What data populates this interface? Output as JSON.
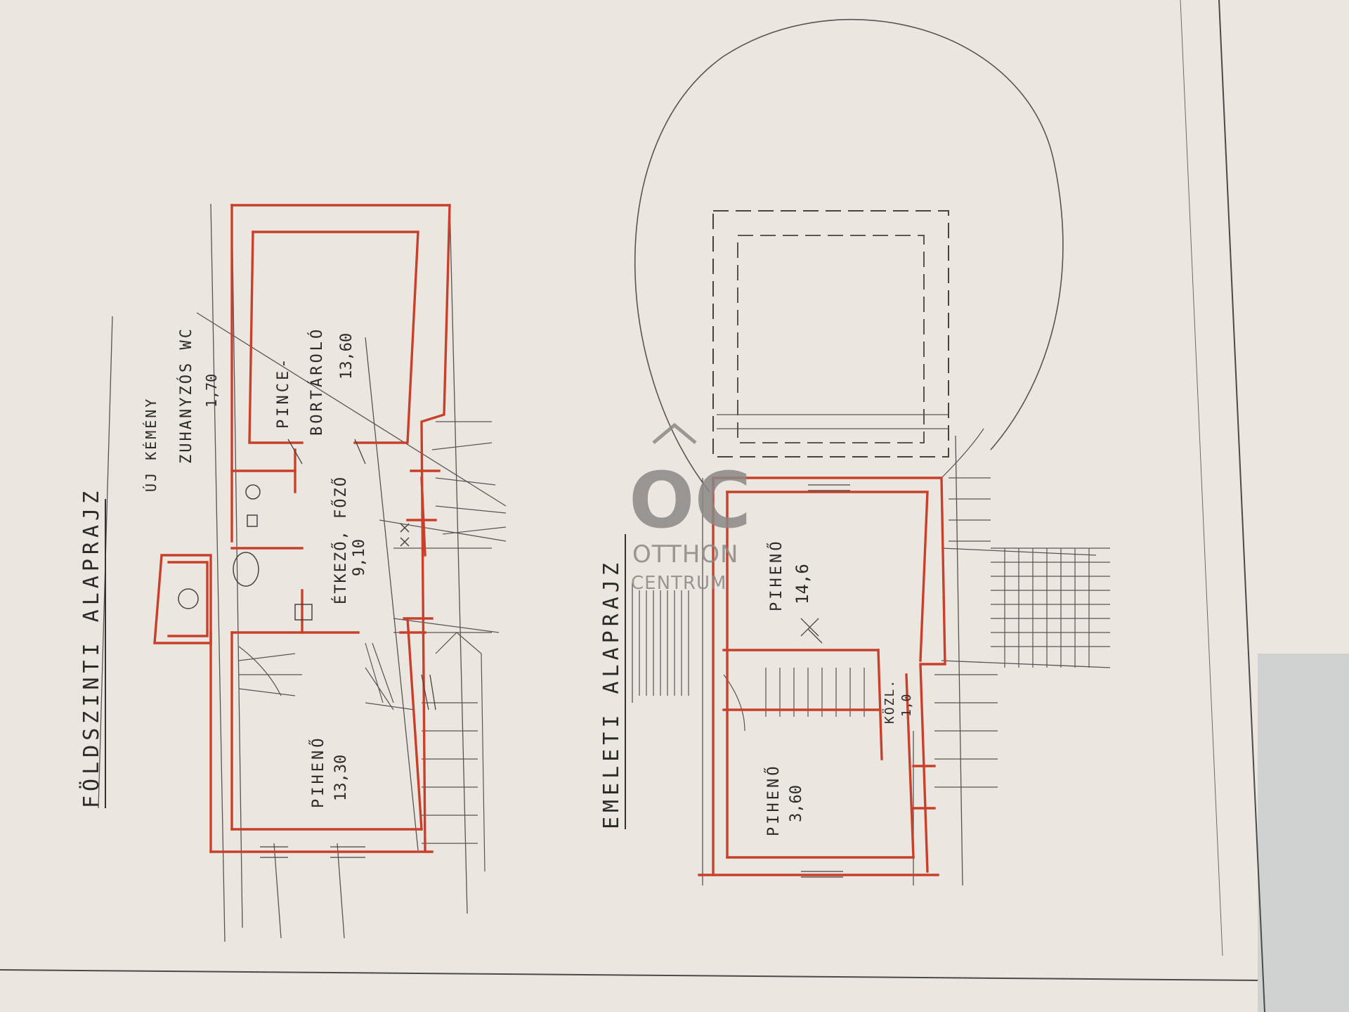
{
  "colors": {
    "paper": "#ece6e1",
    "shadow": "#b9c1c7",
    "wall_red": "#c8402a",
    "pencil": "#4a4a4a",
    "watermark": "#8a8886"
  },
  "labels": {
    "ground_floor_title": "FÖLDSZINTI ALAPRAJZ",
    "upper_floor_title": "EMELETI ALAPRAJZ",
    "uj_kemeny": "ÚJ KÉMÉNY",
    "zuhanyzos_wc": "ZUHANYZÓS WC",
    "wc_area": "1,70",
    "pince_1": "PINCE-",
    "pince_2": "BORTÁROLÓ",
    "pince_area": "13,60",
    "konyha": "ÉTKEZŐ, FŐZŐ",
    "konyha_area": "9,10",
    "piheno_ground": "PIHENŐ",
    "piheno_ground_area": "13,30",
    "piheno_upper1": "PIHENŐ",
    "piheno_upper1_area": "14,6",
    "kozl": "KÖZL.",
    "kozl_area": "1,0",
    "piheno_upper2": "PIHENŐ",
    "piheno_upper2_area": "3,60"
  },
  "watermark": {
    "logo": "OC",
    "line1": "OTTHON",
    "line2": "CENTRUM"
  }
}
